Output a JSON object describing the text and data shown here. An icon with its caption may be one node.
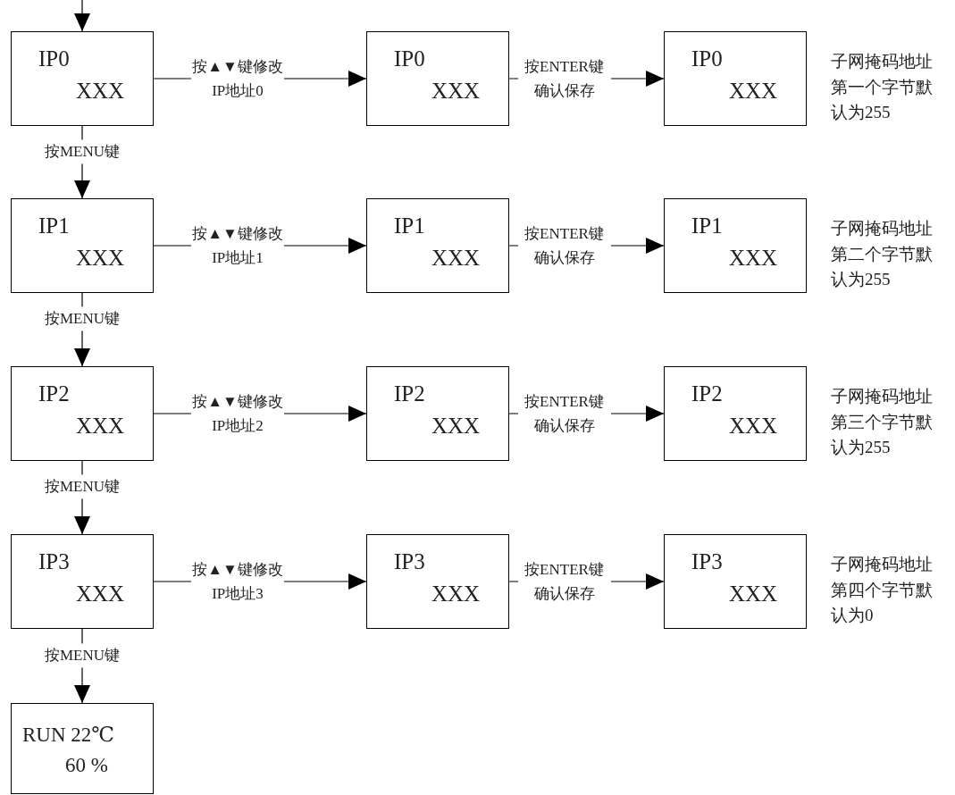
{
  "diagram": {
    "nodes": [
      {
        "text": [
          "IP0",
          "XXX"
        ]
      },
      {
        "text": [
          "IP0",
          "XXX"
        ]
      },
      {
        "text": [
          "IP0",
          "XXX"
        ],
        "beside": [
          "子网掩码地址第一个字节默认为255"
        ]
      },
      {
        "text": [
          "IP1",
          "XXX"
        ]
      },
      {
        "text": [
          "IP1",
          "XXX"
        ]
      },
      {
        "text": [
          "IP1",
          "XXX"
        ],
        "beside": [
          "子网掩码地址第二个字节默认为255"
        ]
      },
      {
        "text": [
          "IP2",
          "XXX"
        ]
      },
      {
        "text": [
          "IP2",
          "XXX"
        ]
      },
      {
        "text": [
          "IP2",
          "XXX"
        ],
        "beside": [
          "子网掩码地址第三个字节默认为255"
        ]
      },
      {
        "text": [
          "IP3",
          "XXX"
        ]
      },
      {
        "text": [
          "IP3",
          "XXX"
        ]
      },
      {
        "text": [
          "IP3",
          "XXX"
        ],
        "beside": [
          "子网掩码地址第四个字节默认为0"
        ]
      },
      {
        "text": [
          "RUN 22℃",
          "60 %"
        ]
      }
    ],
    "edges": [
      {
        "from": null,
        "to": 0,
        "arrow": "to"
      },
      {
        "from": 0,
        "to": 1,
        "arrow": "to",
        "label": "按▲▼键修改 IP地址0"
      },
      {
        "from": 1,
        "to": 2,
        "arrow": "to",
        "label": "按ENTER键确认保存"
      },
      {
        "from": 0,
        "to": 3,
        "arrow": "to",
        "label": "按MENU键"
      },
      {
        "from": 3,
        "to": 4,
        "arrow": "to",
        "label": "按▲▼键修改 IP地址1"
      },
      {
        "from": 4,
        "to": 5,
        "arrow": "to",
        "label": "按ENTER键确认保存"
      },
      {
        "from": 3,
        "to": 6,
        "arrow": "to",
        "label": "按MENU键"
      },
      {
        "from": 6,
        "to": 7,
        "arrow": "to",
        "label": "按▲▼键修改 IP地址2"
      },
      {
        "from": 7,
        "to": 8,
        "arrow": "to",
        "label": "按ENTER键确认保存"
      },
      {
        "from": 6,
        "to": 9,
        "arrow": "to",
        "label": "按MENU键"
      },
      {
        "from": 9,
        "to": 10,
        "arrow": "to",
        "label": "按▲▼键修改 IP地址3"
      },
      {
        "from": 10,
        "to": 11,
        "arrow": "to",
        "label": "按ENTER键确认保存"
      },
      {
        "from": 9,
        "to": 12,
        "arrow": "to",
        "label": "按MENU键"
      }
    ]
  }
}
